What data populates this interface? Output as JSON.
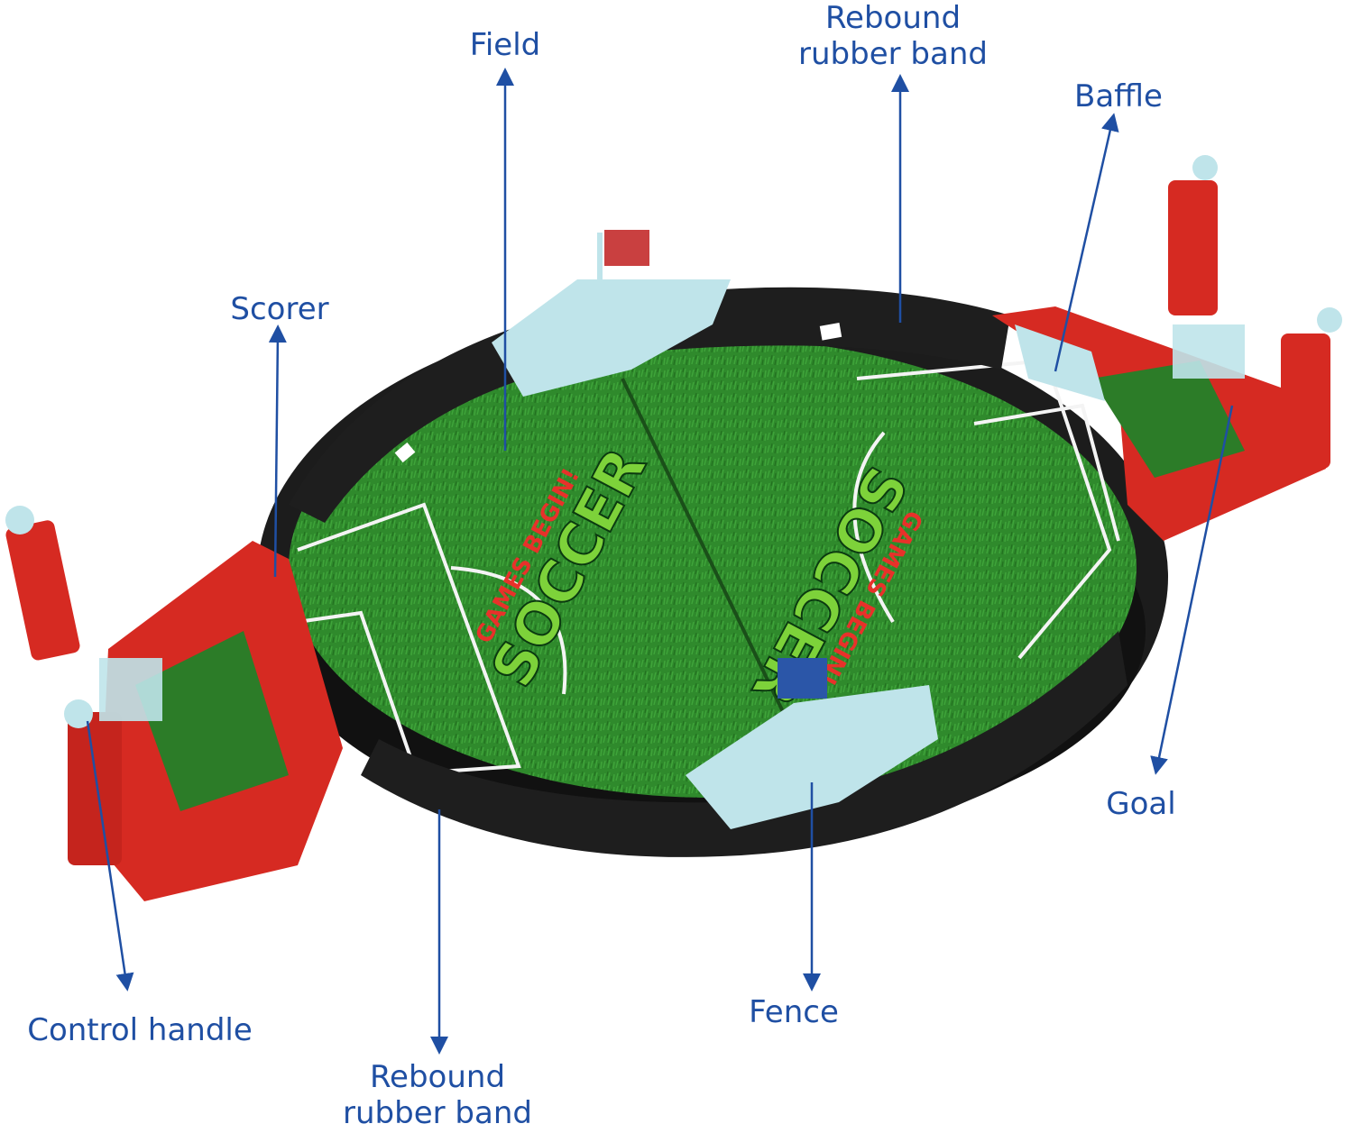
{
  "labels": {
    "field": "Field",
    "rebound_top_1": "Rebound",
    "rebound_top_2": "rubber band",
    "baffle": "Baffle",
    "scorer": "Scorer",
    "goal": "Goal",
    "control_handle": "Control handle",
    "fence": "Fence",
    "rebound_bottom_1": "Rebound",
    "rebound_bottom_2": "rubber band"
  },
  "field_print": {
    "soccer": "SOCCER",
    "games_begin": "GAMES BEGIN!"
  },
  "colors": {
    "label_blue": "#1f4fa3",
    "grass": "#2f8a2c",
    "grass_dark": "#1f6a20",
    "toy_red": "#d62a22",
    "rail_black": "#1c1c1c",
    "accessory_lightblue": "#bfe4ea"
  }
}
